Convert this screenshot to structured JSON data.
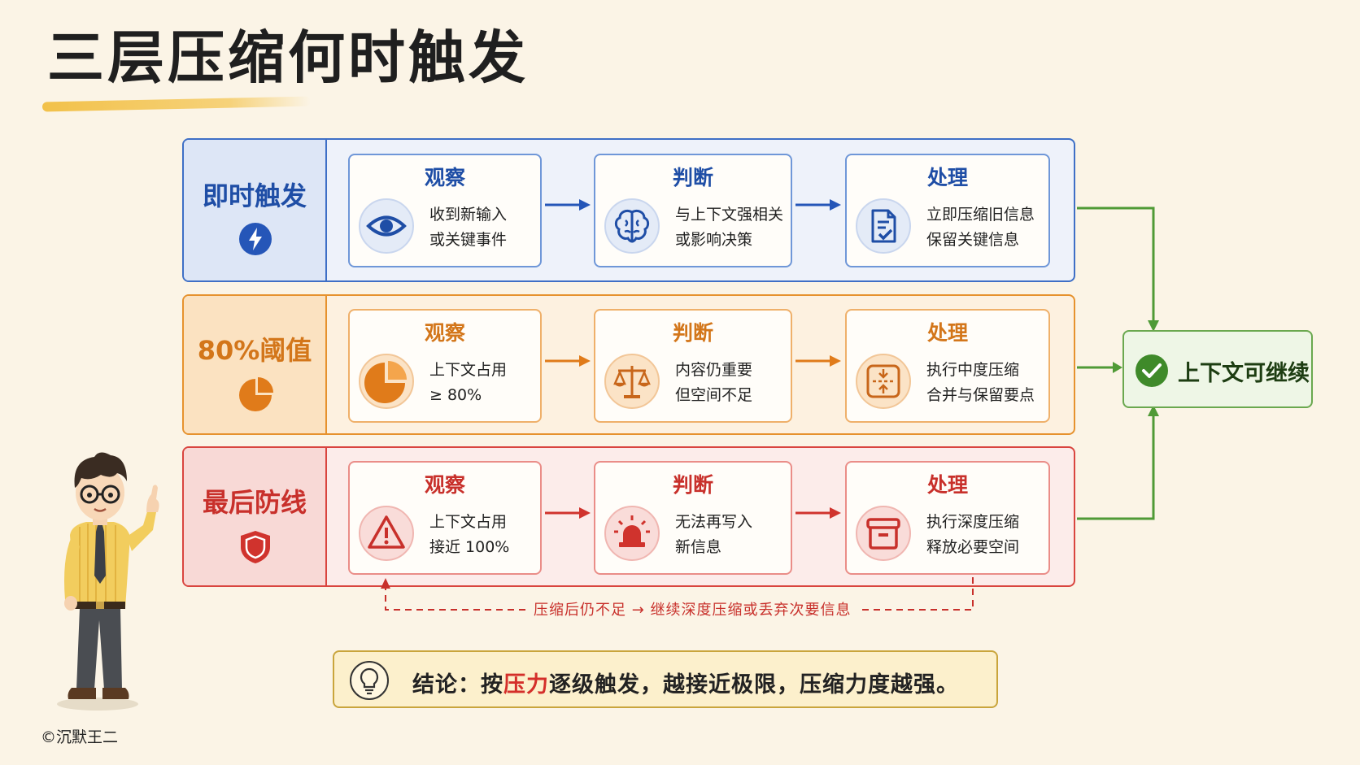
{
  "title": "三层压缩何时触发",
  "rows": [
    {
      "label": "即时触发",
      "cards": [
        {
          "title": "观察",
          "lines": [
            "收到新输入",
            "或关键事件"
          ],
          "icon": "eye-icon"
        },
        {
          "title": "判断",
          "lines": [
            "与上下文强相关",
            "或影响决策"
          ],
          "icon": "brain-icon"
        },
        {
          "title": "处理",
          "lines": [
            "立即压缩旧信息",
            "保留关键信息"
          ],
          "icon": "document-check-icon"
        }
      ],
      "icon": "lightning-icon",
      "color": "#1f4ea6"
    },
    {
      "label": "80%阈值",
      "cards": [
        {
          "title": "观察",
          "lines": [
            "上下文占用",
            "≥ 80%"
          ],
          "icon": "pie-chart-icon"
        },
        {
          "title": "判断",
          "lines": [
            "内容仍重要",
            "但空间不足"
          ],
          "icon": "scale-icon"
        },
        {
          "title": "处理",
          "lines": [
            "执行中度压缩",
            "合并与保留要点"
          ],
          "icon": "compress-icon"
        }
      ],
      "icon": "pie-chart-icon",
      "color": "#d3761a"
    },
    {
      "label": "最后防线",
      "cards": [
        {
          "title": "观察",
          "lines": [
            "上下文占用",
            "接近 100%"
          ],
          "icon": "warning-icon"
        },
        {
          "title": "判断",
          "lines": [
            "无法再写入",
            "新信息"
          ],
          "icon": "alarm-icon"
        },
        {
          "title": "处理",
          "lines": [
            "执行深度压缩",
            "释放必要空间"
          ],
          "icon": "archive-icon"
        }
      ],
      "icon": "shield-icon",
      "color": "#c8302b"
    }
  ],
  "result": {
    "label": "上下文可继续",
    "icon": "check-circle-icon",
    "color": "#3f8a2a"
  },
  "feedback": "压缩后仍不足 → 继续深度压缩或丢弃次要信息",
  "conclusion": {
    "prefix": "结论：按",
    "highlight": "压力",
    "suffix": "逐级触发，越接近极限，压缩力度越强。",
    "icon": "lightbulb-icon"
  },
  "copyright": "©沉默王二"
}
